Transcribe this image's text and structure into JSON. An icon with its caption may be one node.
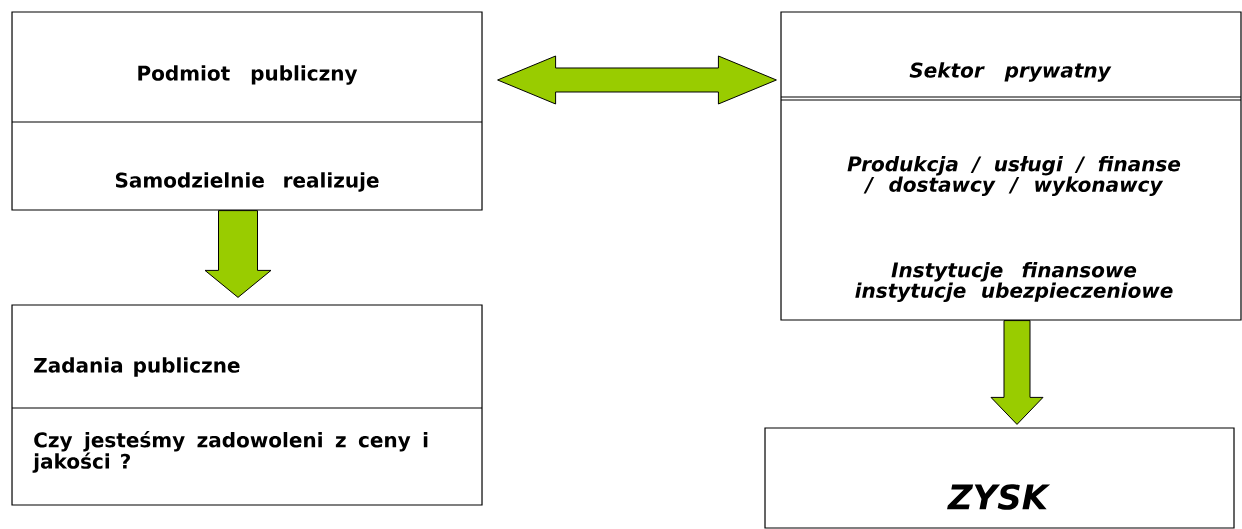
{
  "diagram": {
    "nodes": [
      {
        "text": [
          "Podmiot publiczny",
          "Samodzielnie realizuje"
        ]
      },
      {
        "text": [
          "Zadania publiczne",
          "Czy jesteśmy zadowoleni z ceny i jakości ?"
        ]
      },
      {
        "text": [
          "Sektor prywatny",
          "Produkcja / usługi / finanse / dostawcy / wykonawcy",
          "Instytucje finansowe instytucje ubezpieczeniowe"
        ]
      },
      {
        "text": [
          "ZYSK"
        ]
      }
    ],
    "edges": [
      {
        "from": 0,
        "to": 2,
        "arrow": "both"
      },
      {
        "from": 0,
        "to": 1,
        "arrow": "to"
      },
      {
        "from": 2,
        "to": 3,
        "arrow": "to"
      }
    ]
  }
}
